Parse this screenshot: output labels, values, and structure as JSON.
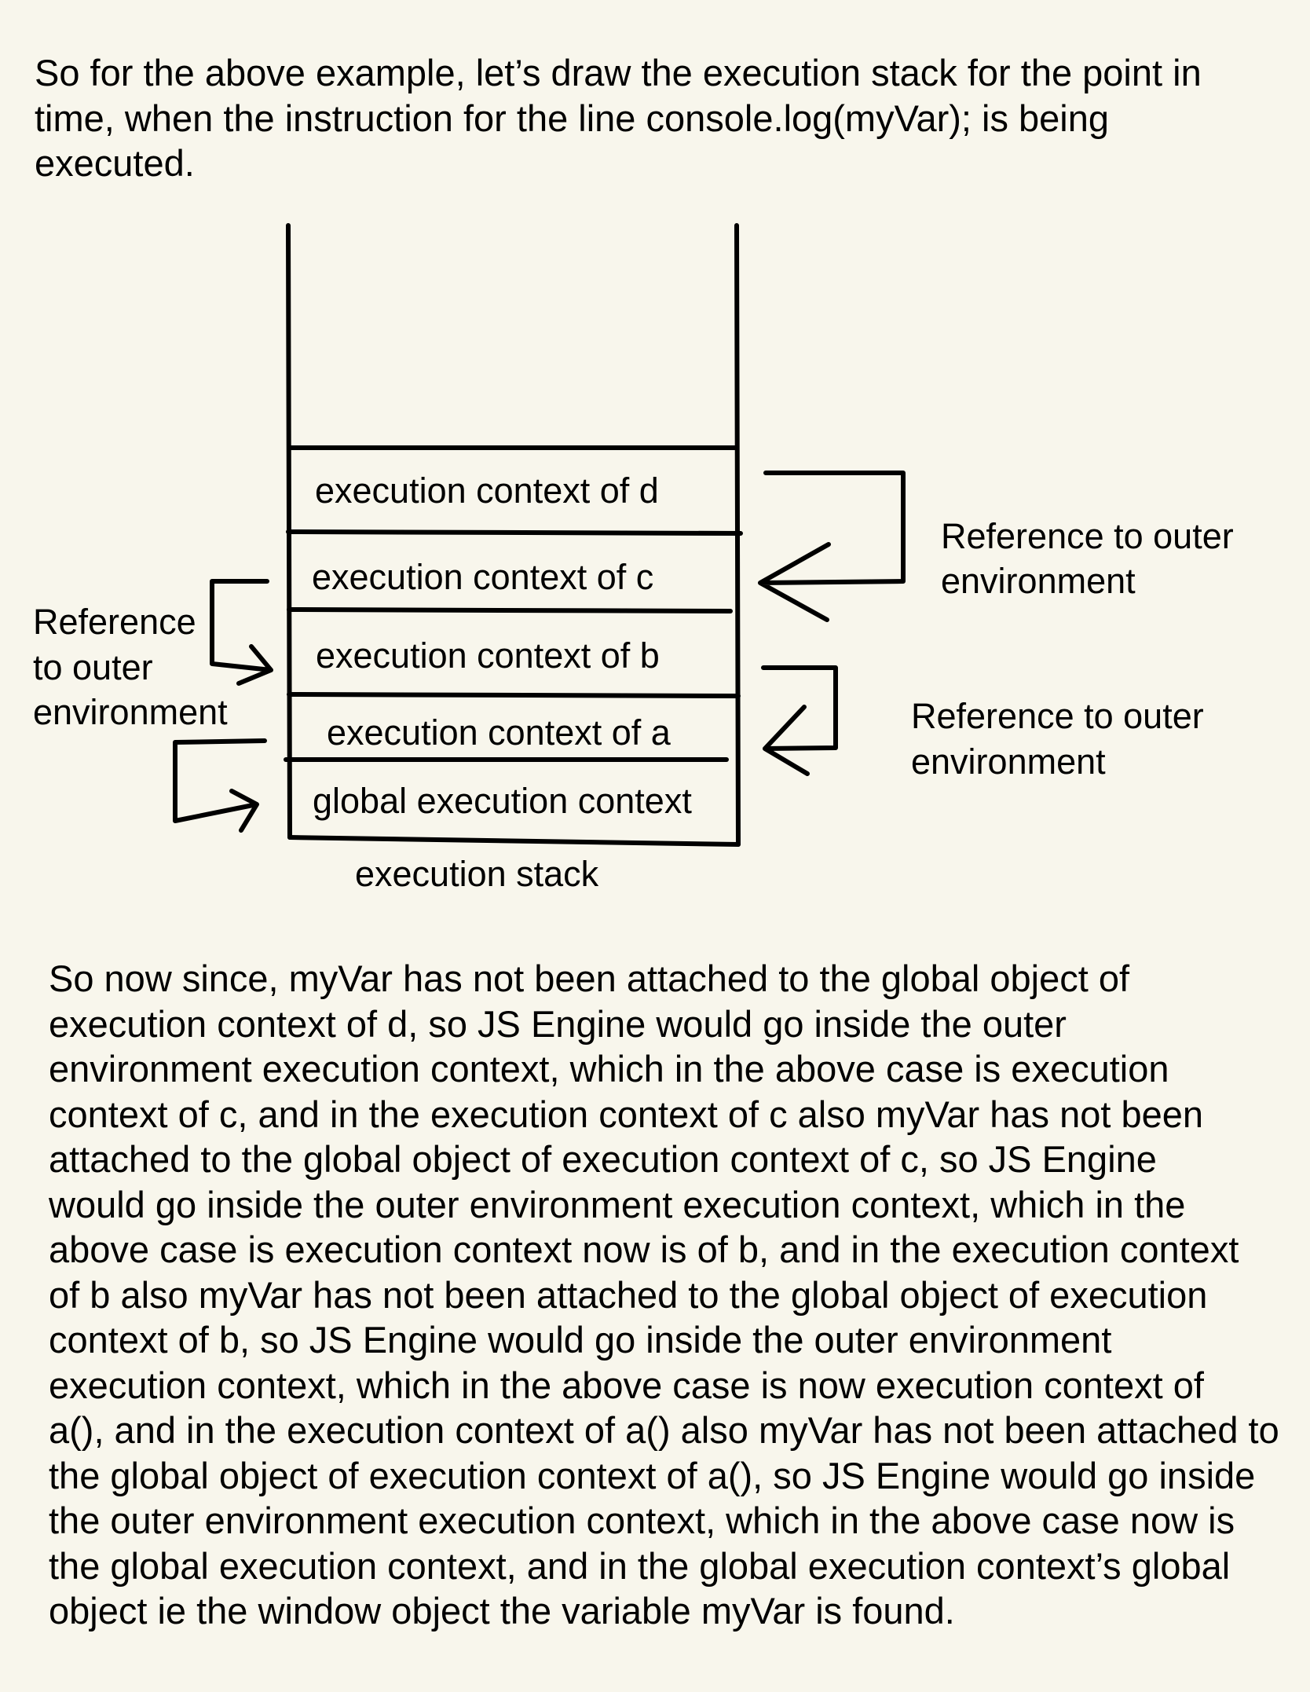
{
  "intro": {
    "lines": [
      "So for the above example, let’s draw the execution stack for the point in",
      "time, when the instruction for the line console.log(myVar); is being",
      "executed."
    ]
  },
  "diagram": {
    "stack_frames": [
      "execution context of d",
      "execution context of c",
      "execution context of b",
      "execution context of a",
      "global execution context"
    ],
    "stack_caption": "execution stack",
    "right_reference_upper": [
      "Reference to outer",
      "environment"
    ],
    "right_reference_lower": [
      "Reference to outer",
      "environment"
    ],
    "left_reference": [
      "Reference",
      "to outer",
      "environment"
    ]
  },
  "explanation": {
    "lines": [
      "So now since, myVar has not been attached to the global object of",
      "execution context of d, so JS Engine would go inside the outer",
      "environment execution context, which in the above case is execution",
      "context of c, and in the execution context of c also myVar has not been",
      "attached to the global object of execution context of c, so JS Engine",
      "would go inside the outer environment execution context, which in the",
      "above case is execution context now is of b, and in the execution context",
      "of b also myVar has not been attached to the global object of execution",
      "context of b, so JS Engine would go inside the outer environment",
      "execution context, which in the above case is now execution context of",
      "a(), and in the execution context of a() also myVar has not been attached to",
      "the global object of execution context of a(), so JS Engine would go inside",
      "the outer environment execution context, which in the above case now is",
      "the global execution context, and in the global execution context’s global",
      "object ie the window object the variable myVar is found."
    ]
  }
}
